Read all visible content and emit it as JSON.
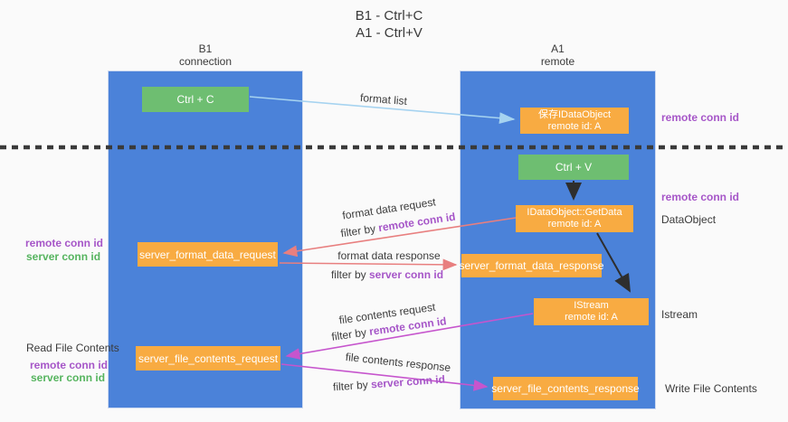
{
  "title": {
    "line1": "B1 - Ctrl+C",
    "line2": "A1 - Ctrl+V"
  },
  "lanes": {
    "left": {
      "title": "B1",
      "subtitle": "connection"
    },
    "right": {
      "title": "A1",
      "subtitle": "remote"
    }
  },
  "nodes": {
    "ctrl_c": {
      "label": "Ctrl + C"
    },
    "save_dataobject": {
      "line1": "保存IDataObject",
      "line2": "remote id: A"
    },
    "ctrl_v": {
      "label": "Ctrl + V"
    },
    "getdata": {
      "line1": "IDataObject::GetData",
      "line2": "remote id: A"
    },
    "istream": {
      "line1": "IStream",
      "line2": "remote id: A"
    },
    "server_format_data_request": {
      "label": "server_format_data_request"
    },
    "server_format_data_response": {
      "label": "server_format_data_response"
    },
    "server_file_contents_request": {
      "label": "server_file_contents_request"
    },
    "server_file_contents_response": {
      "label": "server_file_contents_response"
    }
  },
  "edges": {
    "format_list": {
      "label": "format list"
    },
    "format_data_request": {
      "label": "format data request",
      "filter_prefix": "filter by ",
      "filter_key": "remote conn id"
    },
    "format_data_response": {
      "label": "format data response",
      "filter_prefix": "filter by ",
      "filter_key": "server conn id"
    },
    "file_contents_request": {
      "label": "file contents request",
      "filter_prefix": "filter by ",
      "filter_key": "remote conn id"
    },
    "file_contents_response": {
      "label": "file contents response",
      "filter_prefix": "filter by ",
      "filter_key": "server conn id"
    }
  },
  "side_labels": {
    "right_conn_top": "remote conn id",
    "right_conn_mid": "remote conn id",
    "dataobject": "DataObject",
    "istream": "Istream",
    "write_file_contents": "Write File Contents",
    "left_remote_conn_1": "remote conn id",
    "left_server_conn_1": "server conn id",
    "read_file_contents": "Read File Contents",
    "left_remote_conn_2": "remote conn id",
    "left_server_conn_2": "server conn id"
  },
  "colors": {
    "lane_blue": "#4b82d9",
    "box_green": "#6ebe71",
    "box_orange": "#f8ab42",
    "arrow_lightblue": "#a6d3f0",
    "arrow_salmon": "#e87f7f",
    "arrow_magenta": "#c655cd",
    "arrow_black": "#2e2e2e",
    "text_purple": "#a656c8",
    "text_green": "#56b45f",
    "dashed_line": "#3a3a3a"
  }
}
